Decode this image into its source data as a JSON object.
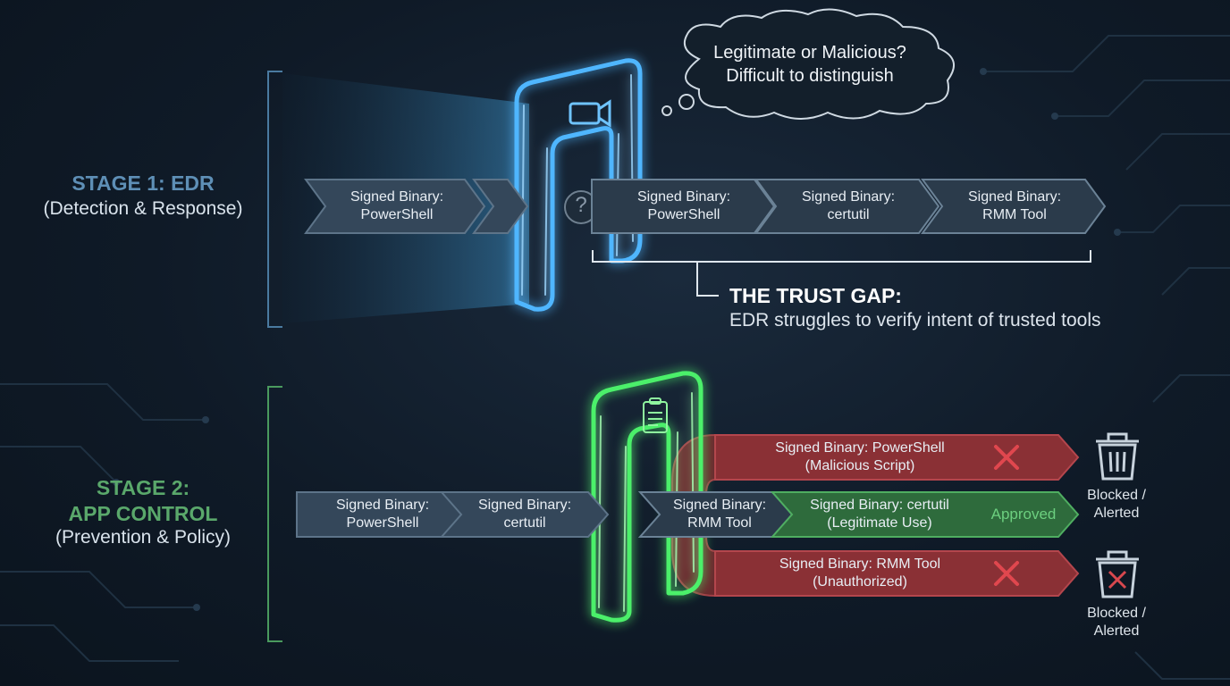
{
  "stage1": {
    "title": "STAGE 1: EDR",
    "subtitle": "(Detection & Response)",
    "incoming": "Signed Binary:\nPowerShell",
    "unknown_symbol": "?",
    "queue": [
      "Signed Binary:\nPowerShell",
      "Signed Binary:\ncertutil",
      "Signed Binary:\nRMM Tool"
    ],
    "thought": "Legitimate or Malicious?\nDifficult to distinguish",
    "gap_title": "THE TRUST GAP:",
    "gap_text": "EDR struggles to verify intent of trusted tools"
  },
  "stage2": {
    "title": "STAGE 2:\nAPP CONTROL",
    "subtitle": "(Prevention & Policy)",
    "incoming": [
      "Signed Binary:\nPowerShell",
      "Signed Binary:\ncertutil"
    ],
    "exit": "Signed Binary:\nRMM Tool",
    "outcomes": [
      {
        "label": "Signed Binary: PowerShell\n(Malicious Script)",
        "status": "blocked"
      },
      {
        "label": "Signed Binary: certutil\n(Legitimate Use)",
        "status": "approved",
        "status_text": "Approved"
      },
      {
        "label": "Signed Binary: RMM Tool\n(Unauthorized)",
        "status": "blocked"
      }
    ],
    "blocked_label": "Blocked /\nAlerted"
  },
  "colors": {
    "edr_blue": "#3aa8ff",
    "appcontrol_green": "#38e05a",
    "blocked_red": "#8a3035",
    "approved_green": "#2e6b3c",
    "chevron_grey": "#34475a"
  }
}
